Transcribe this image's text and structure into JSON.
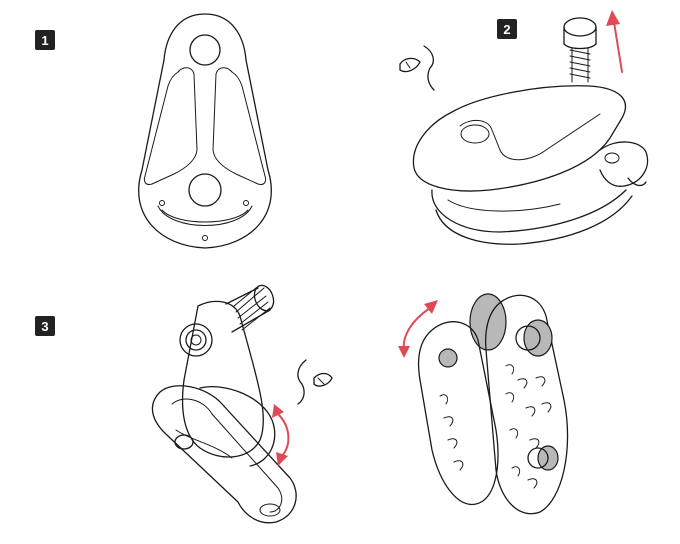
{
  "steps": [
    {
      "label": "1"
    },
    {
      "label": "2"
    },
    {
      "label": "3"
    }
  ],
  "colors": {
    "arrow": "#e04a55",
    "line": "#1a1a1a",
    "sheave_gray": "#b8b8b8"
  },
  "icons": [
    "eye-view-icon",
    "eye-view-icon",
    "up-arrow-icon",
    "curved-rotate-arrow-icon"
  ]
}
